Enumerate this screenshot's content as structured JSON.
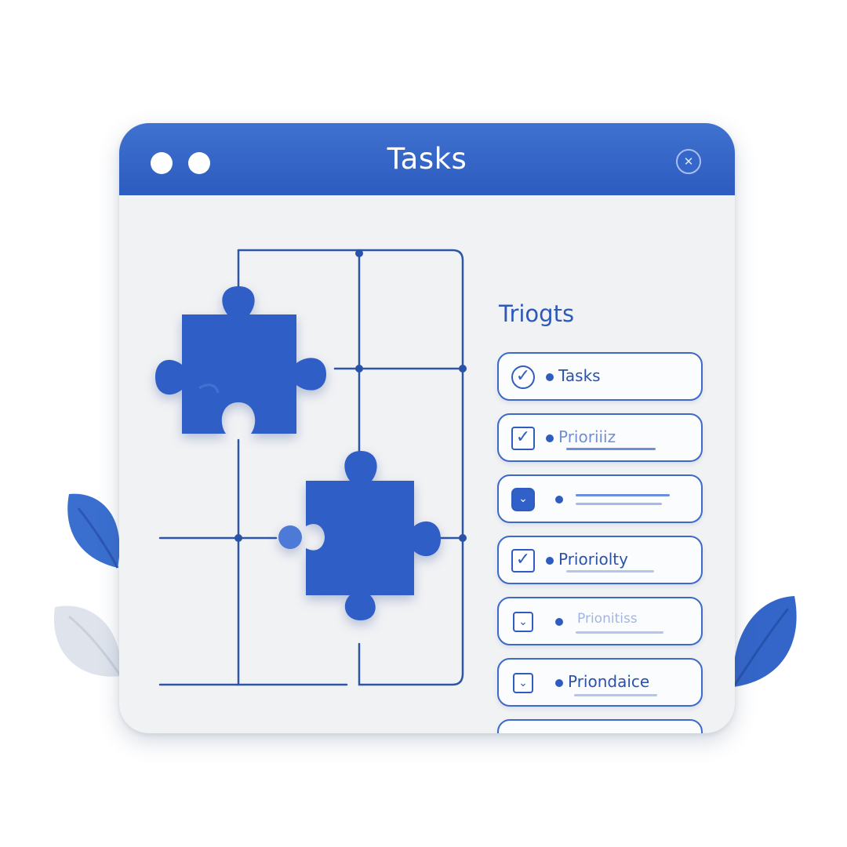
{
  "window": {
    "title": "Tasks",
    "close_icon": "close-icon",
    "accent_color": "#2f5fc4"
  },
  "panel": {
    "heading": "Triogts"
  },
  "tasks": [
    {
      "label": "Tasks",
      "check_icon": "checkmark-circle-icon",
      "checked": true
    },
    {
      "label": "Prioriiiz",
      "check_icon": "checkbox-checked-icon",
      "checked": true
    },
    {
      "label": "",
      "check_icon": "checkbox-filled-icon",
      "checked": true
    },
    {
      "label": "Prioriolty",
      "check_icon": "checkbox-checked-icon",
      "checked": true
    },
    {
      "label": "Prionitiss",
      "check_icon": "checkbox-small-icon",
      "checked": false
    },
    {
      "label": "Priondaice",
      "check_icon": "checkbox-small-icon",
      "checked": false
    },
    {
      "label": "",
      "check_icon": "checkbox-empty-icon",
      "checked": false
    }
  ],
  "board": {
    "pieces": [
      "puzzle-piece-icon",
      "puzzle-piece-icon"
    ]
  }
}
